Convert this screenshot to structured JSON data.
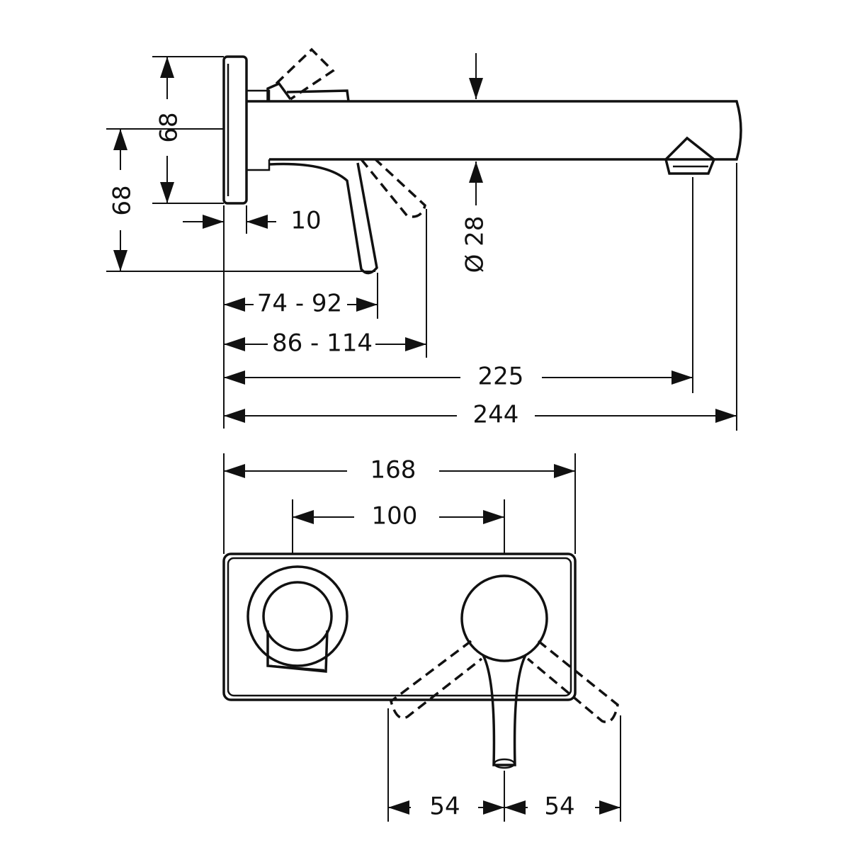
{
  "side_view": {
    "plate_height": "68",
    "lever_height": "68",
    "plate_depth": "10",
    "lever_reach_min": "74 - 92",
    "lever_reach_max": "86 - 114",
    "aerator_projection": "225",
    "total_projection": "244",
    "spout_diameter": "Ø 28"
  },
  "front_view": {
    "plate_width": "168",
    "axis_spacing": "100",
    "lever_swing_left": "54",
    "lever_swing_right": "54"
  },
  "colors": {
    "line": "#111111",
    "background": "#ffffff"
  }
}
